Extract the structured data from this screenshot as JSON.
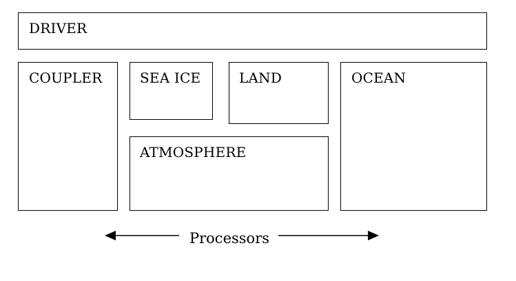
{
  "diagram": {
    "boxes": {
      "driver": "DRIVER",
      "coupler": "COUPLER",
      "sea_ice": "SEA ICE",
      "land": "LAND",
      "atmosphere": "ATMOSPHERE",
      "ocean": "OCEAN"
    },
    "axis_label": "Processors"
  },
  "colors": {
    "stroke": "#000000",
    "background": "#ffffff"
  }
}
